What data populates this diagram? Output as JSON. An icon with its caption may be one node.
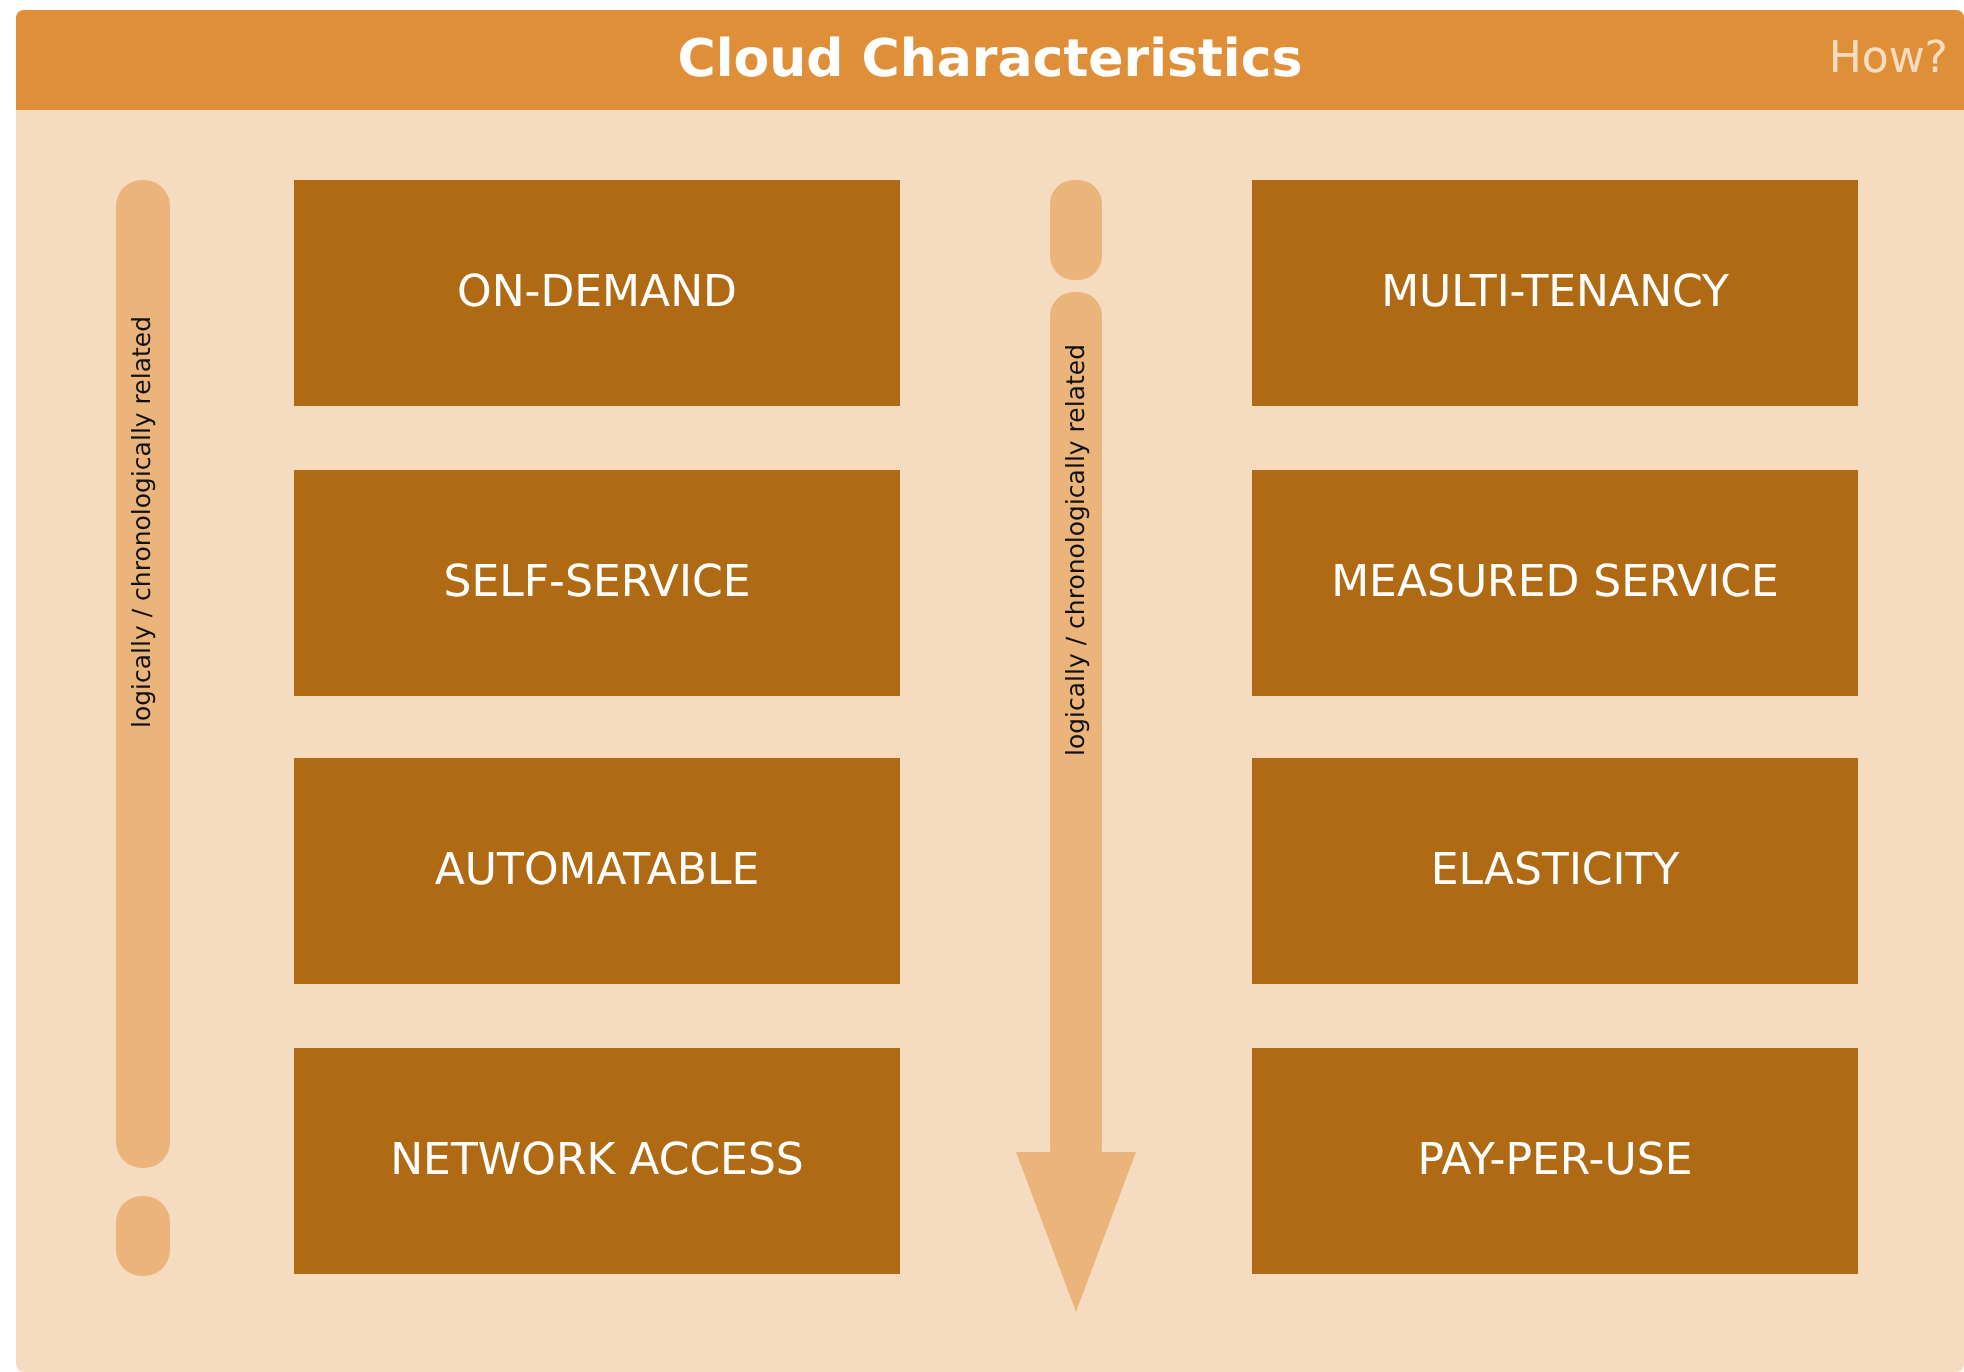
{
  "diagram": {
    "title": "Cloud Characteristics",
    "nodes": [
      {
        "text": [
          "ON-DEMAND"
        ]
      },
      {
        "text": [
          "MULTI-TENANCY"
        ]
      },
      {
        "text": [
          "SELF-SERVICE"
        ]
      },
      {
        "text": [
          "MEASURED SERVICE"
        ]
      },
      {
        "text": [
          "AUTOMATABLE"
        ]
      },
      {
        "text": [
          "ELASTICITY"
        ]
      },
      {
        "text": [
          "NETWORK ACCESS"
        ]
      },
      {
        "text": [
          "PAY-PER-USE"
        ]
      }
    ],
    "labels": [
      "How?",
      "logically / chronologically related",
      "logically / chronologically related"
    ]
  }
}
